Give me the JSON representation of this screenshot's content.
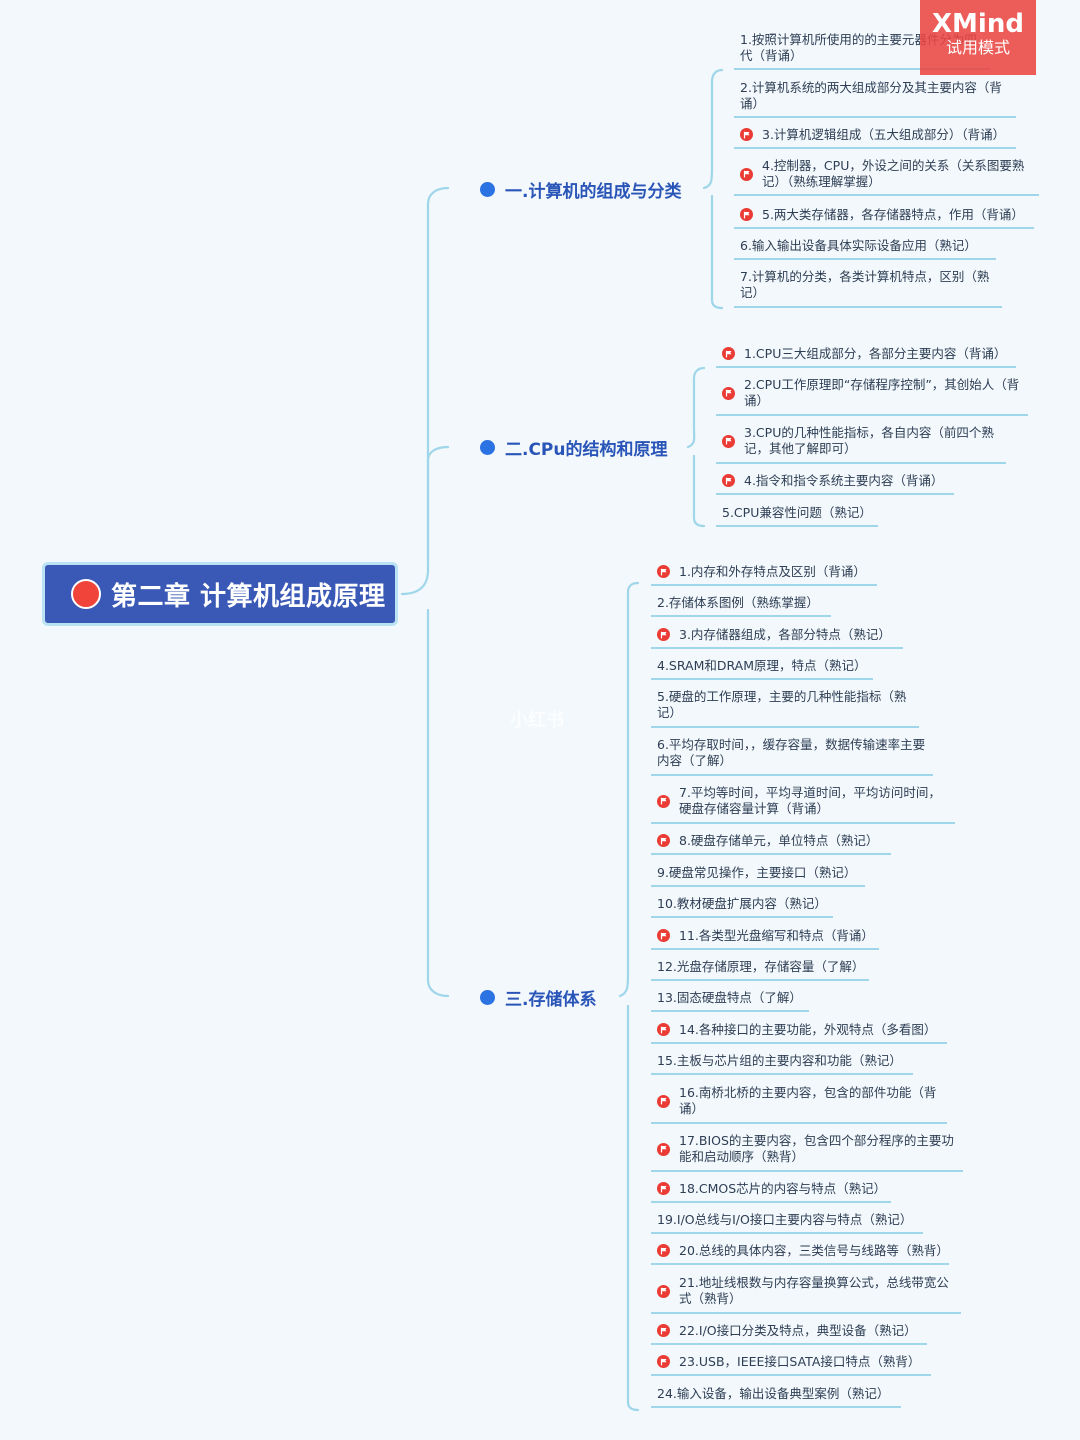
{
  "root": {
    "title": "第二章 计算机组成原理"
  },
  "branches": [
    {
      "label": "一.计算机的组成与分类"
    },
    {
      "label": "二.CPu的结构和原理"
    },
    {
      "label": "三.存储体系"
    }
  ],
  "topics": [
    {
      "text": "1.按照计算机所使用的的主要元器件分为四代（背诵）",
      "flag": false
    },
    {
      "text": "2.计算机系统的两大组成部分及其主要内容（背诵）",
      "flag": false
    },
    {
      "text": "3.计算机逻辑组成（五大组成部分）（背诵）",
      "flag": true
    },
    {
      "text": "4.控制器，CPU，外设之间的关系（关系图要熟记）（熟练理解掌握）",
      "flag": true
    },
    {
      "text": "5.两大类存储器，各存储器特点，作用（背诵）",
      "flag": true
    },
    {
      "text": "6.输入输出设备具体实际设备应用（熟记）",
      "flag": false
    },
    {
      "text": "7.计算机的分类，各类计算机特点，区别（熟记）",
      "flag": false
    },
    {
      "text": "1.CPU三大组成部分，各部分主要内容（背诵）",
      "flag": true
    },
    {
      "text": "2.CPU工作原理即“存储程序控制”，其创始人（背诵）",
      "flag": true
    },
    {
      "text": "3.CPU的几种性能指标，各自内容（前四个熟记，其他了解即可）",
      "flag": true
    },
    {
      "text": "4.指令和指令系统主要内容（背诵）",
      "flag": true
    },
    {
      "text": "5.CPU兼容性问题（熟记）",
      "flag": false
    },
    {
      "text": "1.内存和外存特点及区别（背诵）",
      "flag": true
    },
    {
      "text": "2.存储体系图例（熟练掌握）",
      "flag": false
    },
    {
      "text": "3.内存储器组成，各部分特点（熟记）",
      "flag": true
    },
    {
      "text": "4.SRAM和DRAM原理，特点（熟记）",
      "flag": false
    },
    {
      "text": "5.硬盘的工作原理，主要的几种性能指标（熟记）",
      "flag": false
    },
    {
      "text": "6.平均存取时间，，缓存容量，数据传输速率主要内容（了解）",
      "flag": false
    },
    {
      "text": "7.平均等时间，平均寻道时间，平均访问时间，硬盘存储容量计算（背诵）",
      "flag": true
    },
    {
      "text": "8.硬盘存储单元，单位特点（熟记）",
      "flag": true
    },
    {
      "text": "9.硬盘常见操作，主要接口（熟记）",
      "flag": false
    },
    {
      "text": "10.教材硬盘扩展内容（熟记）",
      "flag": false
    },
    {
      "text": "11.各类型光盘缩写和特点（背诵）",
      "flag": true
    },
    {
      "text": "12.光盘存储原理，存储容量（了解）",
      "flag": false
    },
    {
      "text": "13.固态硬盘特点（了解）",
      "flag": false
    },
    {
      "text": "14.各种接口的主要功能，外观特点（多看图）",
      "flag": true
    },
    {
      "text": "15.主板与芯片组的主要内容和功能（熟记）",
      "flag": false
    },
    {
      "text": "16.南桥北桥的主要内容，包含的部件功能（背诵）",
      "flag": true
    },
    {
      "text": "17.BIOS的主要内容，包含四个部分程序的主要功能和启动顺序（熟背）",
      "flag": true
    },
    {
      "text": "18.CMOS芯片的内容与特点（熟记）",
      "flag": true
    },
    {
      "text": "19.I/O总线与I/O接口主要内容与特点（熟记）",
      "flag": false
    },
    {
      "text": "20.总线的具体内容，三类信号与线路等（熟背）",
      "flag": true
    },
    {
      "text": "21.地址线根数与内存容量换算公式，总线带宽公式（熟背）",
      "flag": true
    },
    {
      "text": "22.I/O接口分类及特点，典型设备（熟记）",
      "flag": true
    },
    {
      "text": "23.USB，IEEE接口SATA接口特点（熟背）",
      "flag": true
    },
    {
      "text": "24.输入设备，输出设备典型案例（熟记）",
      "flag": false
    }
  ],
  "badge": {
    "brand": "XMind",
    "mode": "试用模式"
  },
  "watermark": "小红书",
  "colors": {
    "root": "#3a58b5",
    "branch_text": "#2a55b8",
    "branch_dot": "#2b73e3",
    "flag": "#ea3b34",
    "connector": "#9fd6ea"
  }
}
